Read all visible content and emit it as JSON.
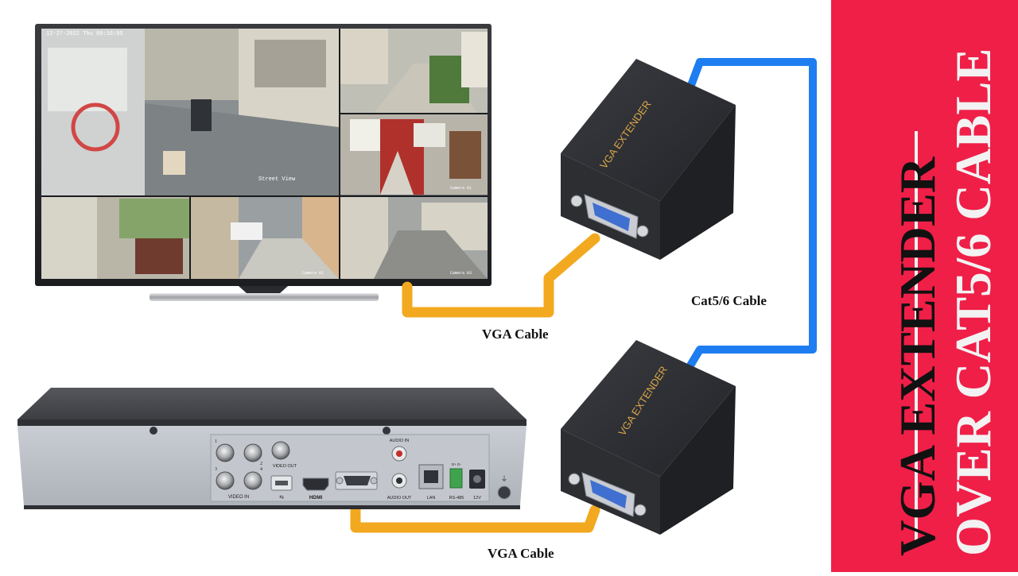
{
  "labels": {
    "vga_cable_top": "VGA Cable",
    "cat_cable": "Cat5/6 Cable",
    "vga_cable_bottom": "VGA Cable"
  },
  "monitor": {
    "timestamp": "12-27-2022 Thu 09:16:05",
    "street_view": "Street View",
    "camera_1": "Camera 01",
    "camera_2": "Camera 02",
    "camera_3": "Camera 03"
  },
  "extender": {
    "label": "VGA EXTENDER"
  },
  "dvr": {
    "video_in": "VIDEO IN",
    "video_out": "VIDEO OUT",
    "audio_in": "AUDIO IN",
    "audio_out": "AUDIO OUT",
    "lan": "LAN",
    "rs485": "RS-485",
    "power": "12V",
    "hdmi": "HDMI",
    "channel_1": "1",
    "channel_2": "2",
    "channel_3": "3",
    "channel_4": "4",
    "port_d": "D+ D-"
  },
  "banner": {
    "line1": "VGA EXTENDER",
    "line2": "OVER CAT5/6 CABLE"
  },
  "colors": {
    "banner_bg": "#ef1f48",
    "vga_cable": "#f2a91f",
    "cat_cable": "#1e7df0",
    "device_dark": "#2b2d31",
    "gold_text": "#d8a64a"
  }
}
